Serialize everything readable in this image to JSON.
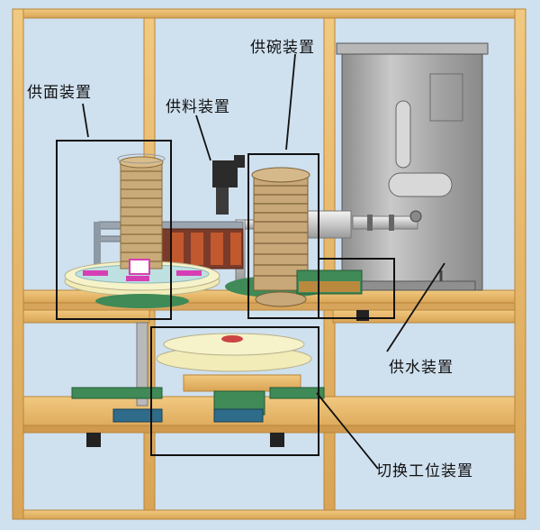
{
  "labels": {
    "noodle_feeder": "供面装置",
    "ingredient_feeder": "供料装置",
    "bowl_feeder": "供碗装置",
    "water_supply": "供水装置",
    "station_switch": "切换工位装置"
  },
  "colors": {
    "background": "#cfe0ef",
    "wood": "#e8b865",
    "wood_dark": "#b8863a",
    "steel": "#a9a9a9",
    "bowl": "#c8a878",
    "disc": "#f1ecb8",
    "machine_green": "#3f8a57",
    "magenta": "#d63fb4",
    "frame_line": "#111111"
  }
}
